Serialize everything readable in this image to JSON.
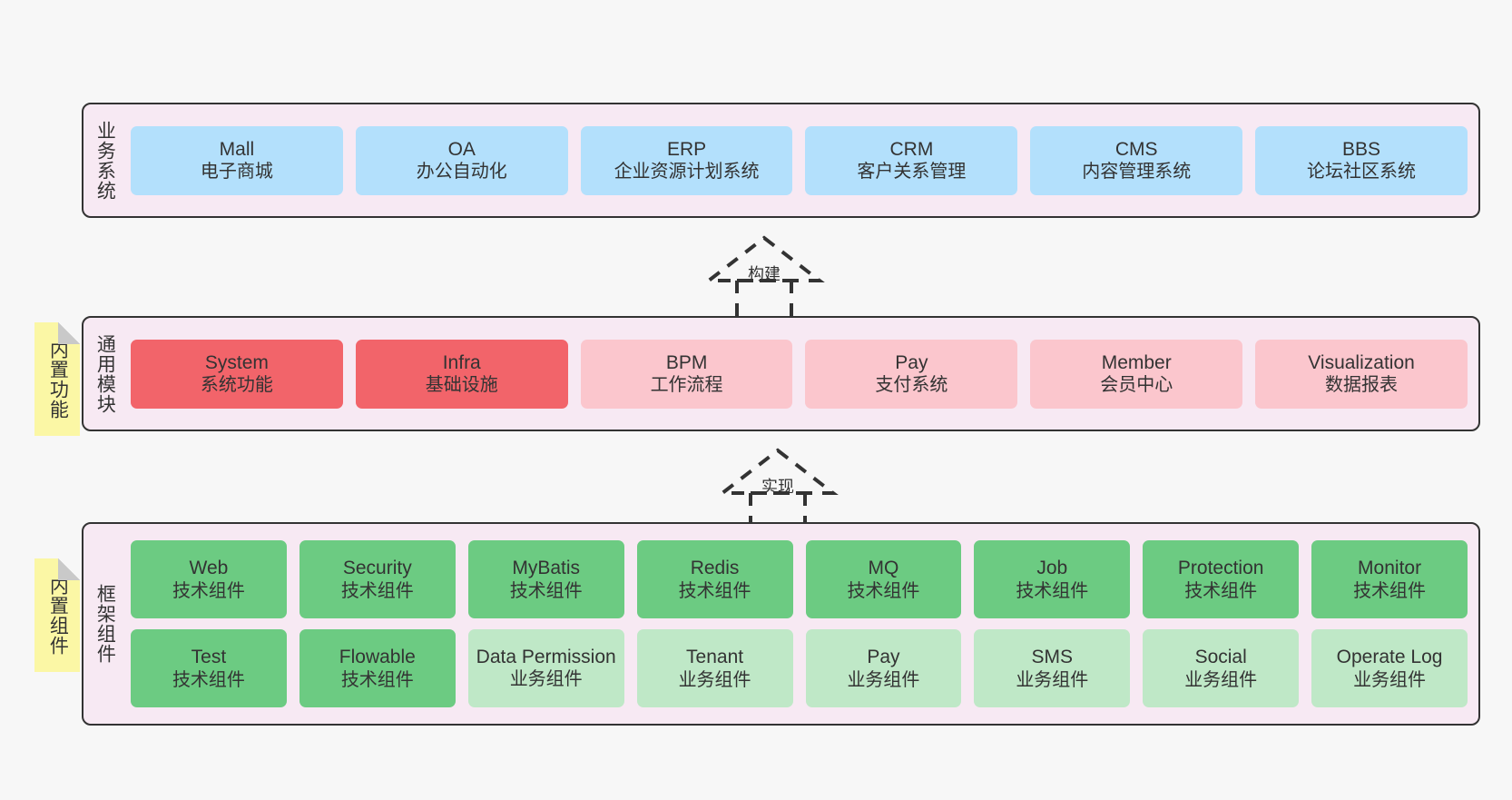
{
  "theme": {
    "page_background": "#f7f7f7",
    "layer_background": "#f7e9f3",
    "layer_border": "#333333",
    "note_background": "#fbf7a5",
    "business_card": "#b3e0fc",
    "common_core_card": "#f2646a",
    "common_card": "#fbc6cd",
    "framework_tech_card": "#6ccb82",
    "framework_biz_card": "#bfe8c7",
    "text": "#333333"
  },
  "layers": {
    "business": {
      "title": "业务系统",
      "cards": [
        {
          "name": "Mall",
          "desc": "电子商城"
        },
        {
          "name": "OA",
          "desc": "办公自动化"
        },
        {
          "name": "ERP",
          "desc": "企业资源计划系统"
        },
        {
          "name": "CRM",
          "desc": "客户关系管理"
        },
        {
          "name": "CMS",
          "desc": "内容管理系统"
        },
        {
          "name": "BBS",
          "desc": "论坛社区系统"
        }
      ]
    },
    "common": {
      "title": "通用模块",
      "note": "内置功能",
      "cards": [
        {
          "name": "System",
          "desc": "系统功能"
        },
        {
          "name": "Infra",
          "desc": "基础设施"
        },
        {
          "name": "BPM",
          "desc": "工作流程"
        },
        {
          "name": "Pay",
          "desc": "支付系统"
        },
        {
          "name": "Member",
          "desc": "会员中心"
        },
        {
          "name": "Visualization",
          "desc": "数据报表"
        }
      ]
    },
    "framework": {
      "title": "框架组件",
      "note": "内置组件",
      "row1": [
        {
          "name": "Web",
          "desc": "技术组件"
        },
        {
          "name": "Security",
          "desc": "技术组件"
        },
        {
          "name": "MyBatis",
          "desc": "技术组件"
        },
        {
          "name": "Redis",
          "desc": "技术组件"
        },
        {
          "name": "MQ",
          "desc": "技术组件"
        },
        {
          "name": "Job",
          "desc": "技术组件"
        },
        {
          "name": "Protection",
          "desc": "技术组件"
        },
        {
          "name": "Monitor",
          "desc": "技术组件"
        }
      ],
      "row2": [
        {
          "name": "Test",
          "desc": "技术组件"
        },
        {
          "name": "Flowable",
          "desc": "技术组件"
        },
        {
          "name": "Data Permission",
          "desc": "业务组件"
        },
        {
          "name": "Tenant",
          "desc": "业务组件"
        },
        {
          "name": "Pay",
          "desc": "业务组件"
        },
        {
          "name": "SMS",
          "desc": "业务组件"
        },
        {
          "name": "Social",
          "desc": "业务组件"
        },
        {
          "name": "Operate Log",
          "desc": "业务组件"
        }
      ]
    }
  },
  "connectors": [
    {
      "label": "构建"
    },
    {
      "label": "实现"
    }
  ]
}
